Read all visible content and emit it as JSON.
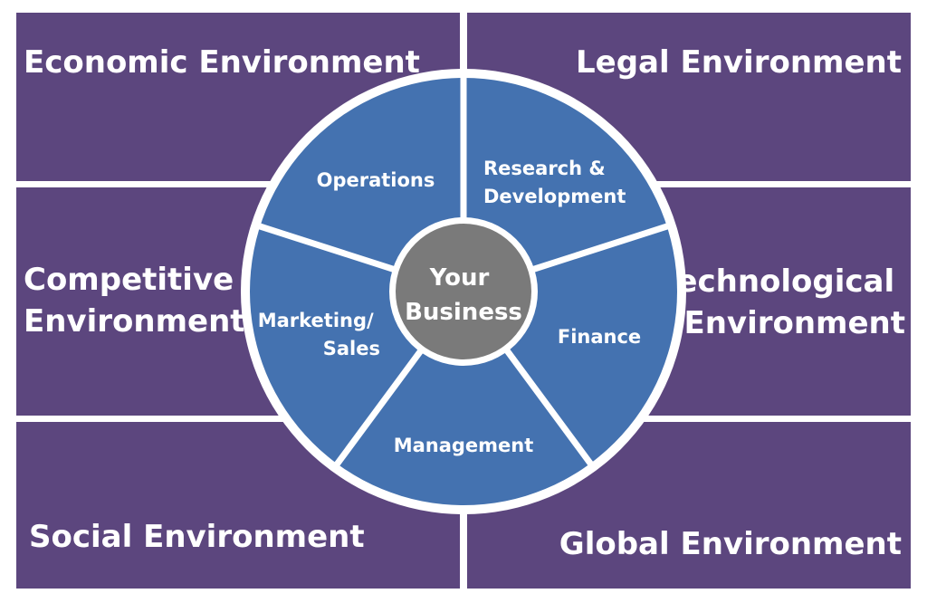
{
  "colors": {
    "panel": "#5c467e",
    "segment": "#4472b0",
    "center": "#7a7a7a",
    "divider": "#ffffff"
  },
  "environments": {
    "economic": [
      "Economic Environment"
    ],
    "legal": [
      "Legal Environment"
    ],
    "competitive": [
      "Competitive",
      "Environment"
    ],
    "technological": [
      "Technological",
      "Environment"
    ],
    "social": [
      "Social Environment"
    ],
    "global": [
      "Global Environment"
    ]
  },
  "segments": {
    "operations": [
      "Operations"
    ],
    "research": [
      "Research &",
      "Development"
    ],
    "finance": [
      "Finance"
    ],
    "management": [
      "Management"
    ],
    "marketing": [
      "Marketing/",
      "Sales"
    ]
  },
  "center": [
    "Your",
    "Business"
  ]
}
